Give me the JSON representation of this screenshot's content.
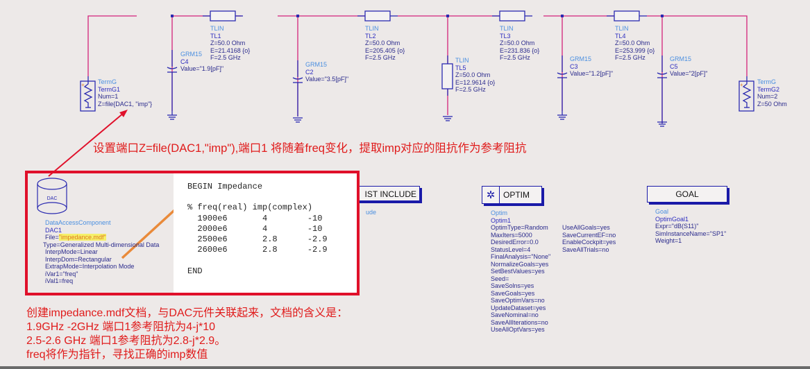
{
  "schematic": {
    "ports": [
      {
        "type": "TermG",
        "name": "TermG1",
        "params": [
          "Num=1",
          "Z=file{DAC1, \"imp\"}"
        ]
      },
      {
        "type": "TermG",
        "name": "TermG2",
        "params": [
          "Num=2",
          "Z=50 Ohm"
        ]
      }
    ],
    "tlines": [
      {
        "type": "TLIN",
        "name": "TL1",
        "params": [
          "Z=50.0 Ohm",
          "E=21.4168 {o}",
          "F=2.5 GHz"
        ]
      },
      {
        "type": "TLIN",
        "name": "TL2",
        "params": [
          "Z=50.0 Ohm",
          "E=205.405 {o}",
          "F=2.5 GHz"
        ]
      },
      {
        "type": "TLIN",
        "name": "TL3",
        "params": [
          "Z=50.0 Ohm",
          "E=231.836 {o}",
          "F=2.5 GHz"
        ]
      },
      {
        "type": "TLIN",
        "name": "TL4",
        "params": [
          "Z=50.0 Ohm",
          "E=253.999 {o}",
          "F=2.5 GHz"
        ]
      },
      {
        "type": "TLIN",
        "name": "TL5",
        "params": [
          "Z=50.0 Ohm",
          "E=12.9614 {o}",
          "F=2.5 GHz"
        ]
      }
    ],
    "caps": [
      {
        "type": "GRM15",
        "name": "C4",
        "params": [
          "Value=\"1.9[pF]\""
        ]
      },
      {
        "type": "GRM15",
        "name": "C2",
        "params": [
          "Value=\"3.5[pF]\""
        ]
      },
      {
        "type": "GRM15",
        "name": "C3",
        "params": [
          "Value=\"1.2[pF]\""
        ]
      },
      {
        "type": "GRM15",
        "name": "C5",
        "params": [
          "Value=\"2[pF]\""
        ]
      }
    ],
    "wire_color": "#d4237a",
    "component_color": "#2a2ab0"
  },
  "annotations": {
    "top_note": "设置端口Z=file(DAC1,\"imp\"),端口1 将随着freq变化，提取imp对应的阻抗作为参考阻抗",
    "bottom_notes": [
      "创建impedance.mdf文档，与DAC元件关联起来，文档的含义是：",
      "1.9GHz -2GHz 端口1参考阻抗为4-j*10",
      "2.5-2.6 GHz 端口1参考阻抗为2.8-j*2.9。",
      "freq将作为指针，寻找正确的imp数值"
    ],
    "note_color": "#e01b1b"
  },
  "dac": {
    "icon_label": "DAC",
    "type": "DataAccessComponent",
    "name": "DAC1",
    "file_key": "File=",
    "file_value": "\"impedance.mdf\"",
    "params": [
      "Type=Generalized Multi-dimensional Data",
      "InterpMode=Linear",
      "InterpDom=Rectangular",
      "ExtrapMode=Interpolation Mode",
      "iVar1=\"freq\"",
      "iVal1=freq"
    ]
  },
  "mdf_file": {
    "lines": [
      "BEGIN Impedance",
      "",
      "% freq(real) imp(complex)",
      "  1900e6       4        -10",
      "  2000e6       4        -10",
      "  2500e6       2.8      -2.9",
      "  2600e6       2.8      -2.9",
      "",
      "END"
    ]
  },
  "include": {
    "label": "IST  INCLUDE",
    "sub": "ude"
  },
  "optim": {
    "label": "OPTIM",
    "type": "Optim",
    "name": "Optim1",
    "col1": [
      "OptimType=Random",
      "MaxIters=5000",
      "DesiredError=0.0",
      "StatusLevel=4",
      "FinalAnalysis=\"None\"",
      "NormalizeGoals=yes",
      "SetBestValues=yes",
      "Seed=",
      "SaveSolns=yes",
      "SaveGoals=yes",
      "SaveOptimVars=no",
      "UpdateDataset=yes",
      "SaveNominal=no",
      "SaveAllIterations=no",
      "UseAllOptVars=yes"
    ],
    "col2": [
      "UseAllGoals=yes",
      "SaveCurrentEF=no",
      "EnableCockpit=yes",
      "SaveAllTrials=no"
    ]
  },
  "goal": {
    "label": "GOAL",
    "type": "Goal",
    "name": "OptimGoal1",
    "params": [
      "Expr=\"dB(S11)\"",
      "SimInstanceName=\"SP1\"",
      "Weight=1"
    ]
  }
}
